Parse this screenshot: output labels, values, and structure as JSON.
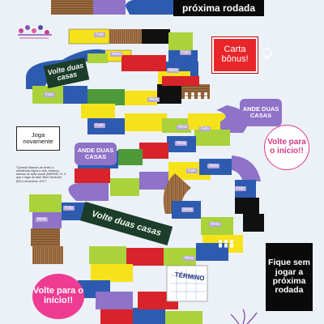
{
  "callouts": {
    "top_black": "próxima rodada",
    "bonus": "Carta bônus!",
    "play_again": "Joga novamente",
    "advance_top": "ANDE DUAS CASAS",
    "advance_mid": "ANDE DUAS CASAS",
    "back_start_right": "Volte para o início!!",
    "back_start_left": "Volte para o início!!",
    "stay_black": "Fique sem jogar a próxima rodada"
  },
  "banners": {
    "back_two_top": "Volte duas casas",
    "back_two_mid": "Volte duas casas"
  },
  "finish": "TÉRMINO",
  "tile_labels": [
    "Fato",
    "Meta",
    "Fato",
    "Meta",
    "Fato",
    "Meta",
    "Fato",
    "Meta",
    "Fato",
    "Meta",
    "Fato",
    "Meta",
    "Meta",
    "Fato",
    "Meta",
    "Fato",
    "Meta",
    "Meta"
  ],
  "quote_note": "\"Quando falamos de direito à resistência digna à vida, estamos falando de ação social (MARINO, B. O que é lugar de fala? Belo Horizonte (BC) Letramento, 2017\"",
  "colors": {
    "yellow": "#f6e21a",
    "red": "#d8232a",
    "blue": "#2d5bb0",
    "green": "#4e9a3a",
    "purple": "#8e73c8",
    "brown": "#8b5a32",
    "black": "#111111",
    "lime": "#a9d23b"
  }
}
